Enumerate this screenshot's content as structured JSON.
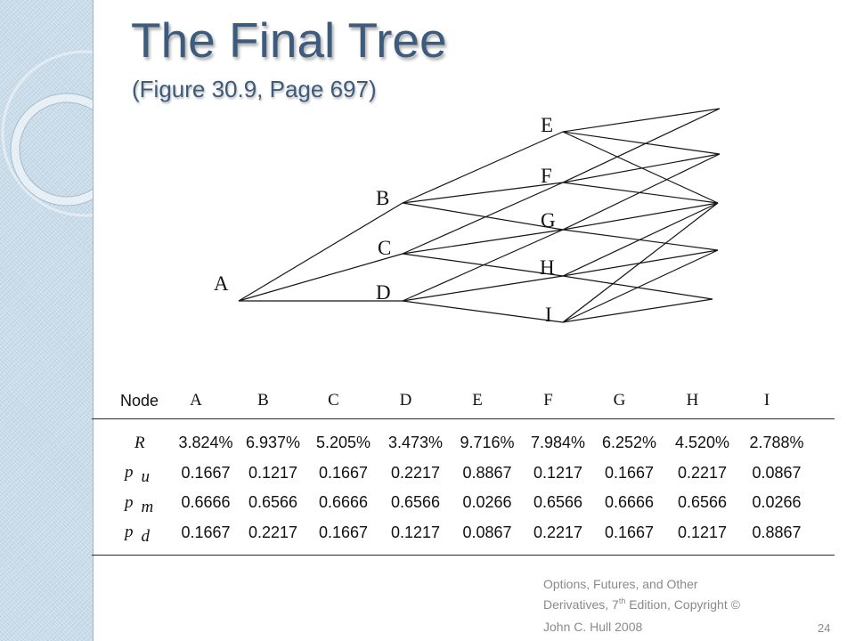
{
  "slide": {
    "title": "The Final Tree",
    "subtitle": "(Figure 30.9, Page 697)",
    "page_number": "24"
  },
  "tree": {
    "node_labels": [
      "A",
      "B",
      "C",
      "D",
      "E",
      "F",
      "G",
      "H",
      "I"
    ]
  },
  "table": {
    "header_label": "Node",
    "columns": [
      "A",
      "B",
      "C",
      "D",
      "E",
      "F",
      "G",
      "H",
      "I"
    ],
    "rows": [
      {
        "symbol": "R",
        "values": [
          "3.824%",
          "6.937%",
          "5.205%",
          "3.473%",
          "9.716%",
          "7.984%",
          "6.252%",
          "4.520%",
          "2.788%"
        ]
      },
      {
        "symbol": "p",
        "subscript": "u",
        "values": [
          "0.1667",
          "0.1217",
          "0.1667",
          "0.2217",
          "0.8867",
          "0.1217",
          "0.1667",
          "0.2217",
          "0.0867"
        ]
      },
      {
        "symbol": "p",
        "subscript": "m",
        "values": [
          "0.6666",
          "0.6566",
          "0.6666",
          "0.6566",
          "0.0266",
          "0.6566",
          "0.6666",
          "0.6566",
          "0.0266"
        ]
      },
      {
        "symbol": "p",
        "subscript": "d",
        "values": [
          "0.1667",
          "0.2217",
          "0.1667",
          "0.1217",
          "0.0867",
          "0.2217",
          "0.1667",
          "0.1217",
          "0.8867"
        ]
      }
    ]
  },
  "footer": {
    "line1": "Options, Futures, and Other",
    "line2_before_sup": "Derivatives, 7",
    "line2_sup": "th",
    "line2_after_sup": " Edition, Copyright ©",
    "line3": "John C. Hull 2008"
  },
  "colors": {
    "title": "#3d5b7c",
    "side_band": "#c8dbe9",
    "footer_text": "#8a8a8a"
  }
}
